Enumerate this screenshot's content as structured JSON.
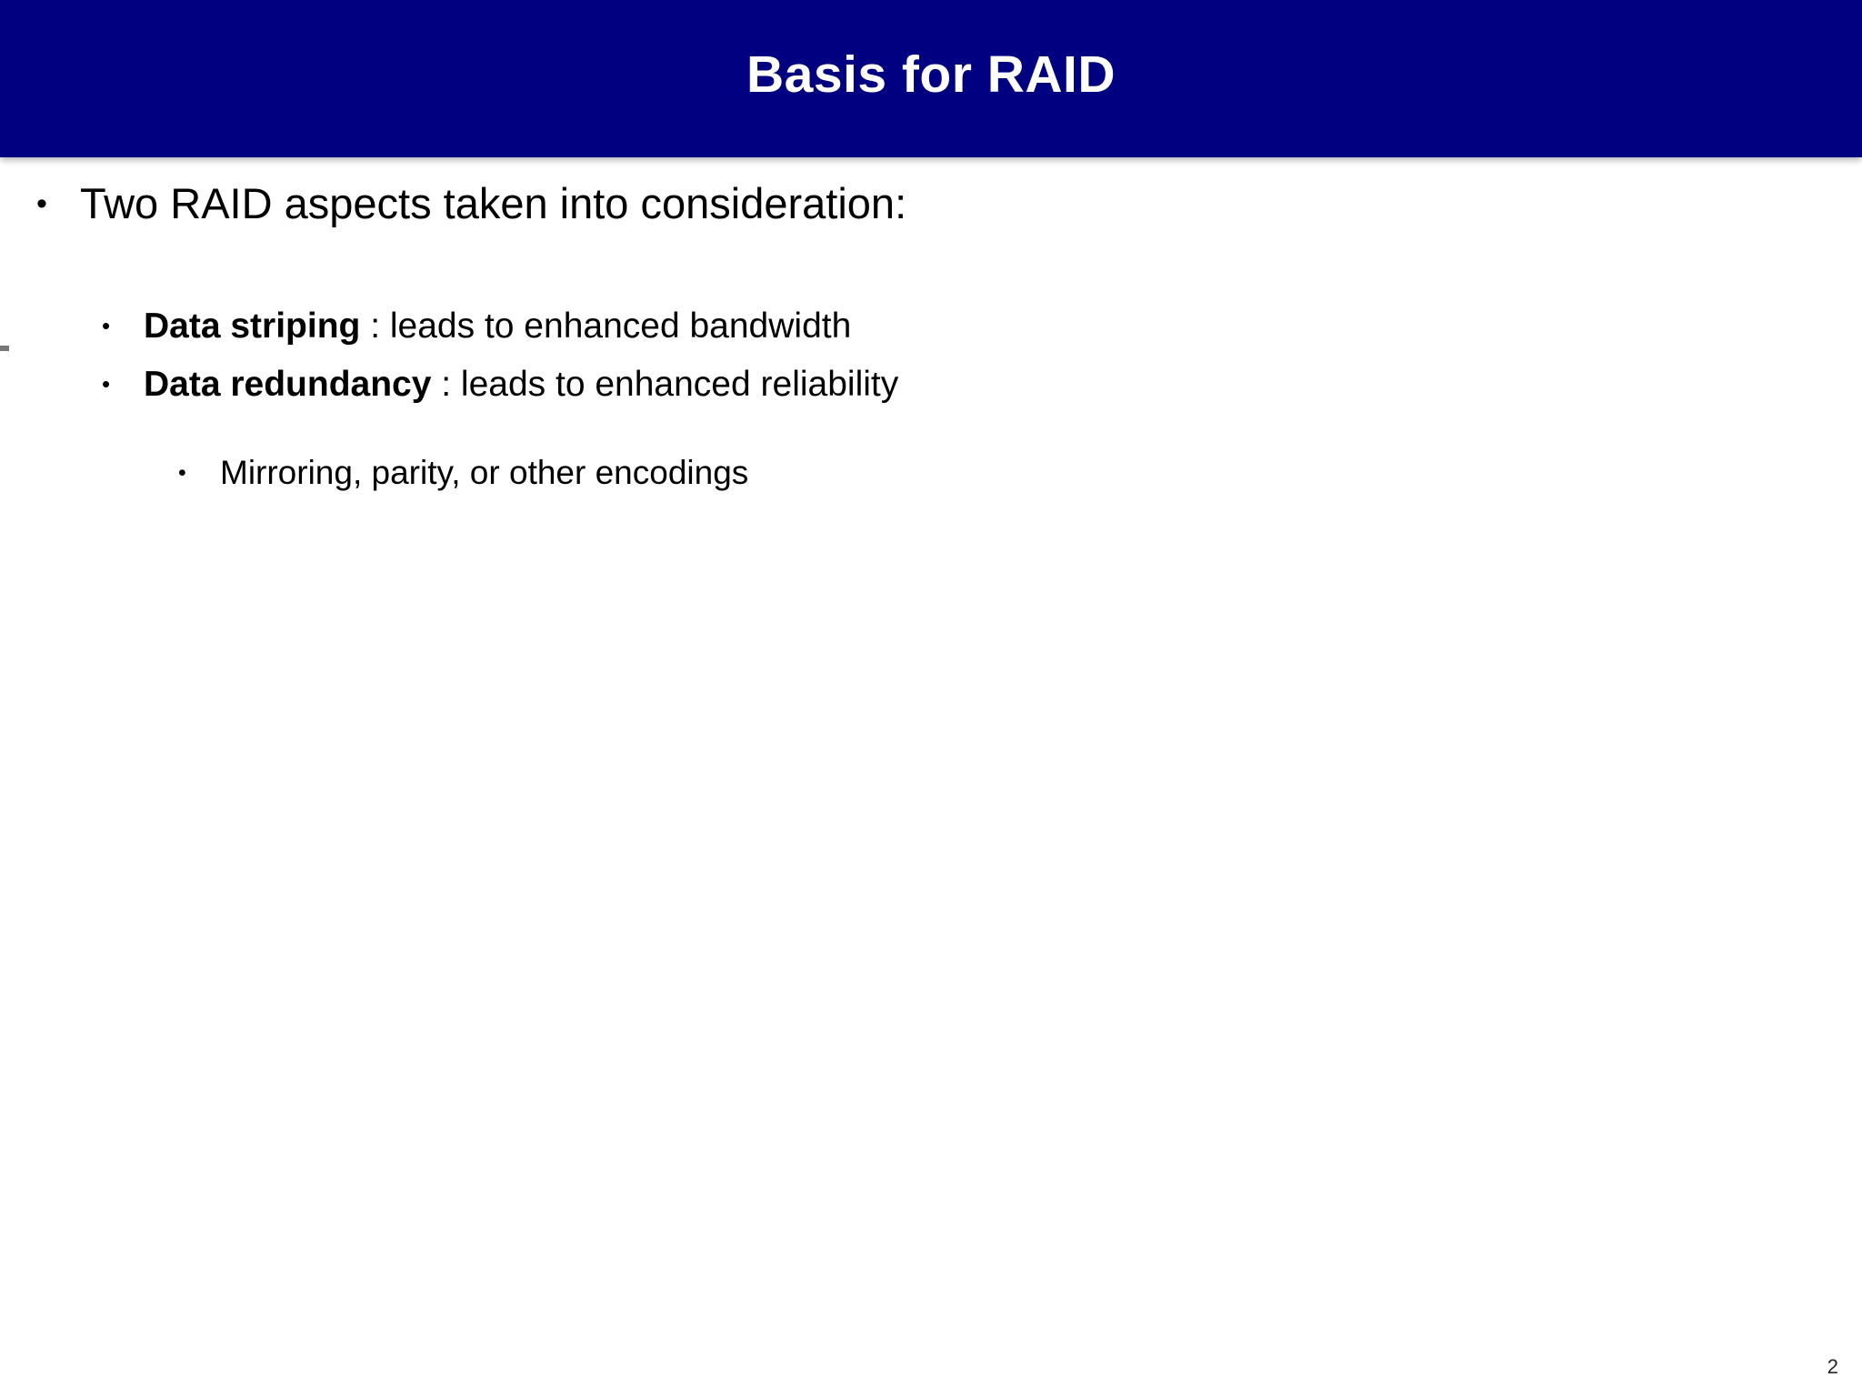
{
  "slide": {
    "title": "Basis for RAID",
    "page_number": "2",
    "banner_color": "#000080",
    "background_color": "#FFFFFF",
    "text_color": "#000000",
    "title_color": "#FFFFFF"
  },
  "bullets": {
    "bullet_glyph": "•",
    "level1": {
      "text": "Two RAID aspects taken into consideration:"
    },
    "level2": [
      {
        "term": "Data striping",
        "rest": " : leads to enhanced bandwidth"
      },
      {
        "term": "Data redundancy",
        "rest": " : leads to enhanced reliability"
      }
    ],
    "level3": [
      {
        "text": "Mirroring, parity, or other encodings"
      }
    ]
  }
}
